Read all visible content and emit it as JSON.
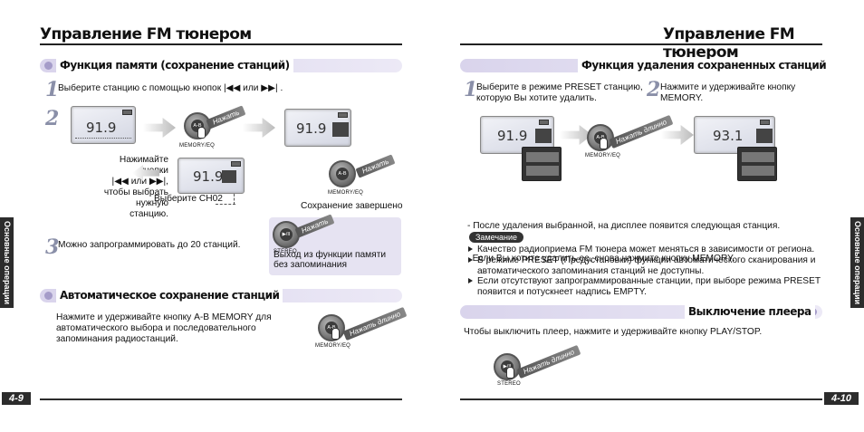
{
  "left": {
    "title": "Управление FM тюнером",
    "section1": "Функция памяти (сохранение станций)",
    "step1_text": "Выберите станцию с помощью кнопок  |◀◀  или  ▶▶| .",
    "lcd_freq": "91.9",
    "press_label": "Нажать",
    "memory_eq": "MEMORY/EQ",
    "hint_lines": [
      "Нажимайте кнопки",
      "|◀◀ или ▶▶|,",
      "чтобы выбрать",
      "нужную станцию."
    ],
    "select_ch": "Выберите CH02",
    "save_done": "Сохранение завершено",
    "step3_text": "Можно запрограммировать до 20 станций.",
    "exit_text": [
      "Выход из функции памяти",
      "без запоминания"
    ],
    "stereo": "STEREO",
    "section2": "Автоматическое сохранение станций",
    "auto_text": [
      "Нажмите и удерживайте кнопку A-B MEMORY для",
      "автоматического выбора и последовательного",
      "запоминания радиостанций."
    ],
    "press_long": "Нажать длинно",
    "side_tab": "Основные операции",
    "page": "4-9",
    "btn_ab": "A-B",
    "btn_play": "▶/II"
  },
  "right": {
    "title": "Управление FM тюнером",
    "section1": "Функция удаления сохраненных станций",
    "step1_text": [
      "Выберите в режиме PRESET станцию,",
      "которую Вы хотите удалить."
    ],
    "step2_text": [
      "Нажмите и удерживайте кнопку",
      "MEMORY."
    ],
    "lcd_freq1": "91.9",
    "lcd_freq2": "93.1",
    "press_long": "Нажать длинно",
    "memory_eq": "MEMORY/EQ",
    "after_delete": [
      "- После удаления выбранной, на дисплее появится следующая станция.",
      "  Если Вы хотите удалить ее, снова нажмите кнопку MEMORY."
    ],
    "note_label": "Замечание",
    "notes": [
      [
        "Качество радиоприема FM тюнера может меняться в зависимости от региона."
      ],
      [
        "В режиме PRESET (Предустановки) функции автоматического сканирования и",
        "автоматического запоминания станций не доступны."
      ],
      [
        "Если отсутствуют запрограммированные станции, при выборе режима PRESET",
        "появится и потускнеет надпись EMPTY."
      ]
    ],
    "section2": "Выключение плеера",
    "off_text": "Чтобы выключить плеер, нажмите и удерживайте кнопку PLAY/STOP.",
    "stereo": "STEREO",
    "side_tab": "Основные операции",
    "page": "4-10",
    "btn_ab": "A-B",
    "btn_play": "▶/II"
  },
  "colors": {
    "section_bar": "#d9d4ec",
    "accent_dot": "#a59cc9",
    "dark": "#2c2c2c"
  }
}
